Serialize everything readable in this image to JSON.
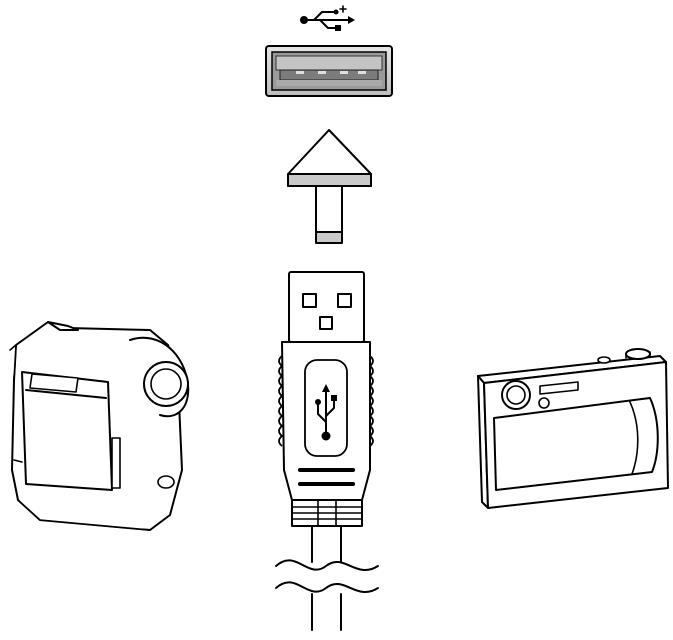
{
  "diagram": {
    "type": "usb-connection-illustration",
    "colors": {
      "line": "#000000",
      "background": "#ffffff",
      "port_fill": "#d9d9d9",
      "port_inner": "#8c8c8c",
      "port_cavity": "#b5b5b5",
      "arrow_fill": "#ffffff",
      "arrow_shade": "#c8c8c8",
      "device_fill": "#ffffff"
    },
    "icons": {
      "usb_symbol_top": "usb-symbol-icon",
      "usb_symbol_plug": "usb-symbol-icon",
      "camcorder": "camcorder-icon",
      "camera": "digital-camera-icon"
    },
    "elements": {
      "port": "usb-port",
      "arrow": "insert-direction-arrow",
      "plug": "usb-plug",
      "cable": "usb-cable"
    }
  }
}
